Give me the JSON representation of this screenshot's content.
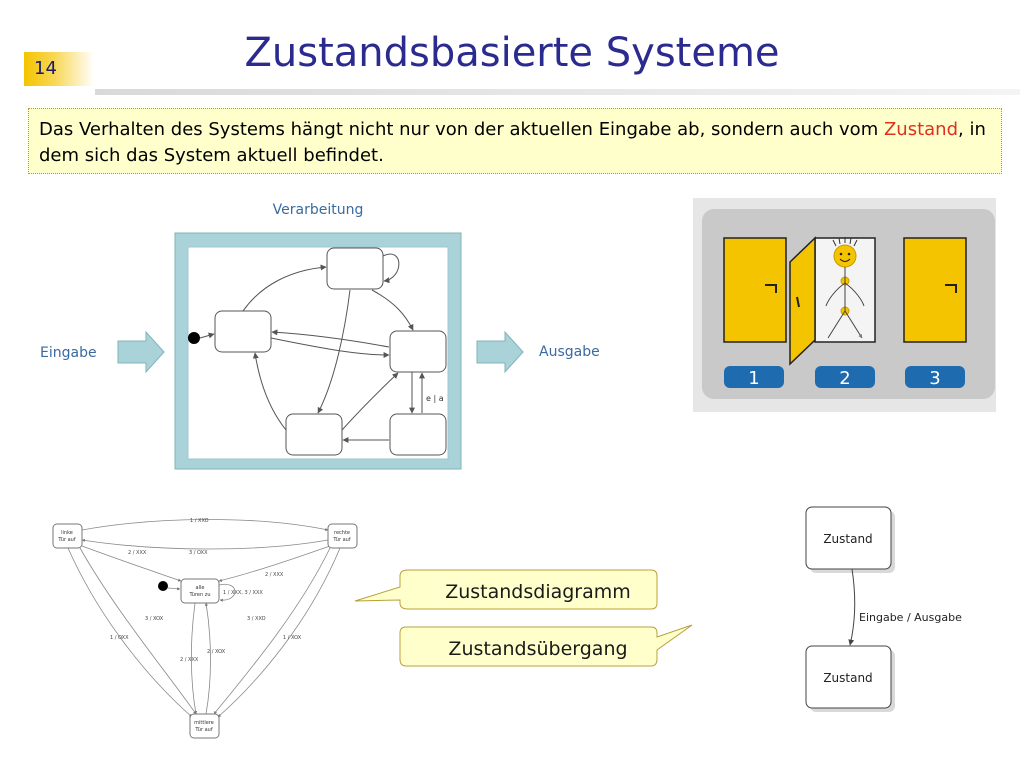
{
  "slide": {
    "number": "14",
    "title": "Zustandsbasierte Systeme",
    "intro_part1": "Das Verhalten des Systems hängt nicht nur von der aktuellen Eingabe ab, sondern auch vom ",
    "intro_highlight": "Zustand",
    "intro_part2": ", in dem sich das System aktuell befindet.",
    "highlight_color": "#e0301e"
  },
  "processing_diagram": {
    "title": "Verarbeitung",
    "input_label": "Eingabe",
    "output_label": "Ausgabe",
    "transition_label": "e | a"
  },
  "doors": {
    "labels": [
      "1",
      "2",
      "3"
    ],
    "door_color": "#f5c400",
    "label_color": "#1e6bb0"
  },
  "state_machine": {
    "states": {
      "left": [
        "linke",
        "Tür auf"
      ],
      "right": [
        "rechte",
        "Tür auf"
      ],
      "center": [
        "alle",
        "Türen zu"
      ],
      "bottom": [
        "mittlere",
        "Tür auf"
      ]
    },
    "transitions": {
      "top": "1 / XXO",
      "t2a": "2 / XXX",
      "t3a": "3 / OXX",
      "t2b": "2 / XXX",
      "tself": "1 / XXX, 3 / XXX",
      "t3b": "3 / XOX",
      "t3c": "3 / XXO",
      "t1a": "1 / OXX",
      "t1b": "1 / XOX",
      "t2c": "2 / XOX",
      "t2d": "2 / XXX"
    }
  },
  "callouts": {
    "diagram": "Zustandsdiagramm",
    "transition": "Zustandsübergang"
  },
  "simple_transition": {
    "state_top": "Zustand",
    "state_bottom": "Zustand",
    "label": "Eingabe / Ausgabe"
  }
}
